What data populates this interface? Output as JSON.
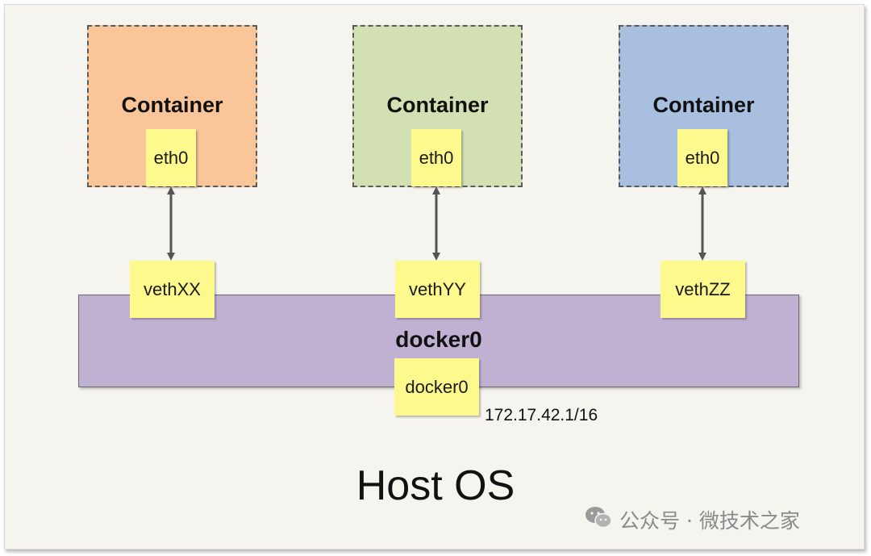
{
  "containers": [
    {
      "label": "Container",
      "iface": "eth0",
      "veth": "vethXX",
      "color": "#fbc59a"
    },
    {
      "label": "Container",
      "iface": "eth0",
      "veth": "vethYY",
      "color": "#d2e0b3"
    },
    {
      "label": "Container",
      "iface": "eth0",
      "veth": "vethZZ",
      "color": "#a8bfdf"
    }
  ],
  "bridge": {
    "title": "docker0",
    "iface": "docker0",
    "ip": "172.17.42.1/16",
    "color": "#c0b1d3"
  },
  "host": {
    "label": "Host OS"
  },
  "watermark": {
    "text": "公众号 · 微技术之家",
    "icon": "wechat-icon"
  },
  "colors": {
    "note": "#fdf98c",
    "arrow": "#555555"
  }
}
